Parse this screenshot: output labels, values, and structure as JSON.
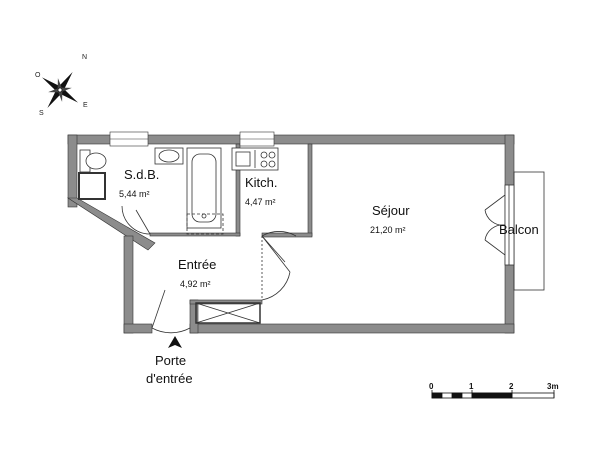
{
  "compass": {
    "n": "N",
    "e": "E",
    "s": "S",
    "o": "O"
  },
  "rooms": {
    "sdb": {
      "name": "S.d.B.",
      "area": "5,44 m²"
    },
    "kitchen": {
      "name": "Kitch.",
      "area": "4,47 m²"
    },
    "sejour": {
      "name": "Séjour",
      "area": "21,20 m²"
    },
    "entree": {
      "name": "Entrée",
      "area": "4,92 m²"
    },
    "balcon": {
      "name": "Balcon"
    }
  },
  "entrance": {
    "line1": "Porte",
    "line2": "d'entrée"
  },
  "scale": {
    "t0": "0",
    "t1": "1",
    "t2": "2",
    "t3": "3m"
  }
}
